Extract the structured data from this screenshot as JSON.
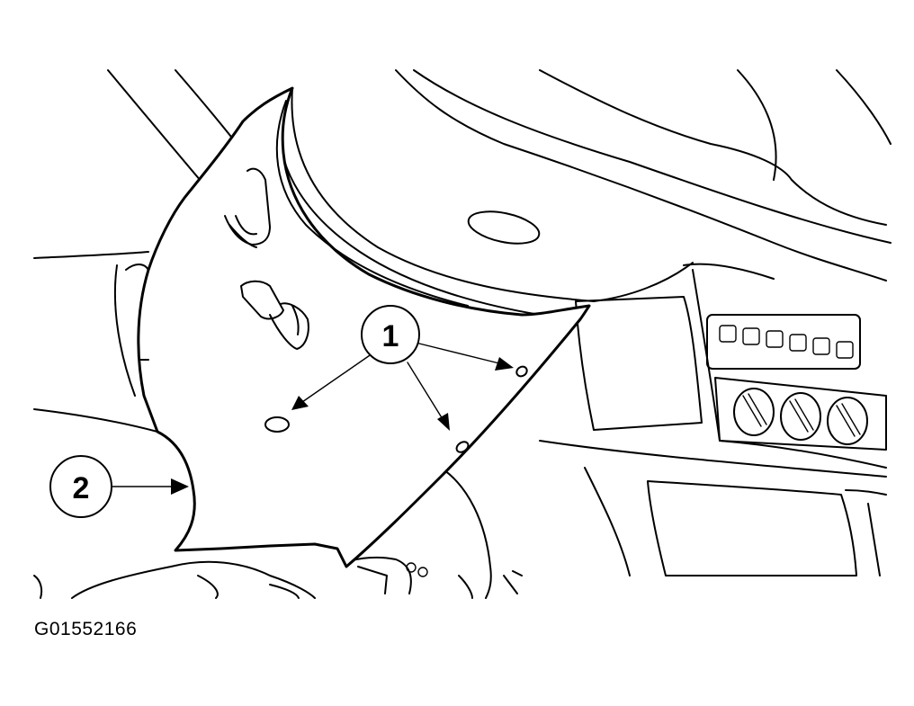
{
  "figure_id": "G01552166",
  "callouts": [
    {
      "label": "1"
    },
    {
      "label": "2"
    }
  ]
}
